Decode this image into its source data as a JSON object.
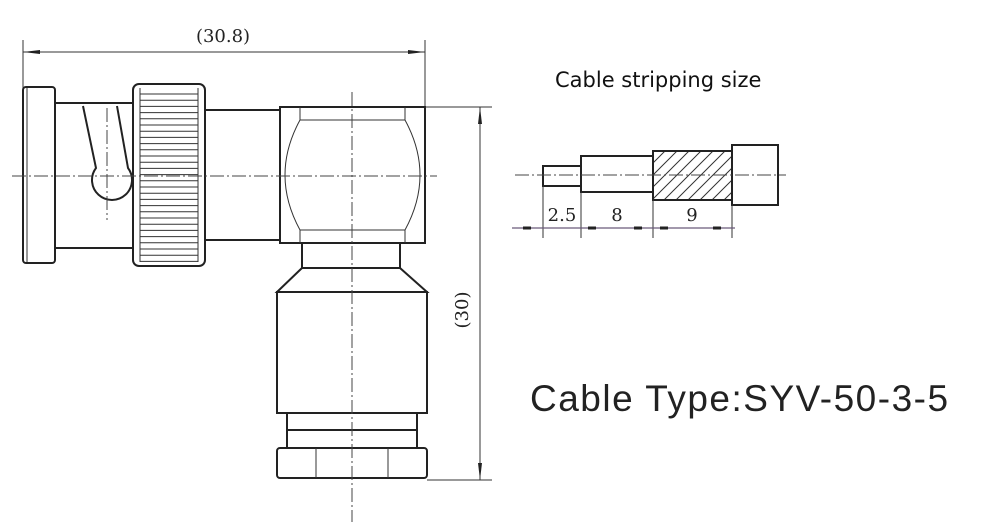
{
  "drawing": {
    "overall_length_label": "(30.8)",
    "overall_height_label": "(30)"
  },
  "stripping": {
    "title": "Cable stripping size",
    "dims": [
      "2.5",
      "8",
      "9"
    ]
  },
  "cable_type": "Cable Type:SYV-50-3-5"
}
